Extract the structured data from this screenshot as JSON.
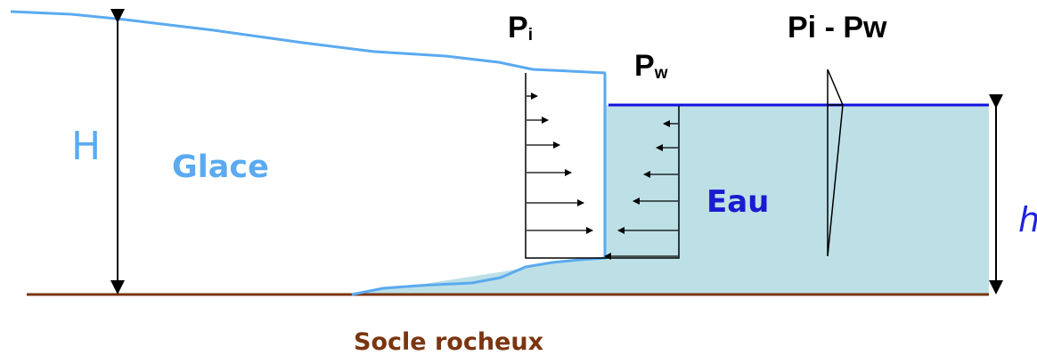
{
  "labels": {
    "H": "H",
    "glace": "Glace",
    "eau": "Eau",
    "h": "h",
    "pi_main": "P",
    "pi_sub": "i",
    "pw_main": "P",
    "pw_sub": "w",
    "diff": "Pi - Pw",
    "socle": "Socle rocheux"
  },
  "colors": {
    "ice": "#5aaaf0",
    "water_fill": "#bde0e6",
    "water_surface": "#1111dd",
    "eau_text": "#1a1ad0",
    "h_text": "#2222dd",
    "bedrock": "#7a3510",
    "black": "#000000"
  },
  "pressure_arrows": {
    "ice_count": 6,
    "water_count": 6
  }
}
